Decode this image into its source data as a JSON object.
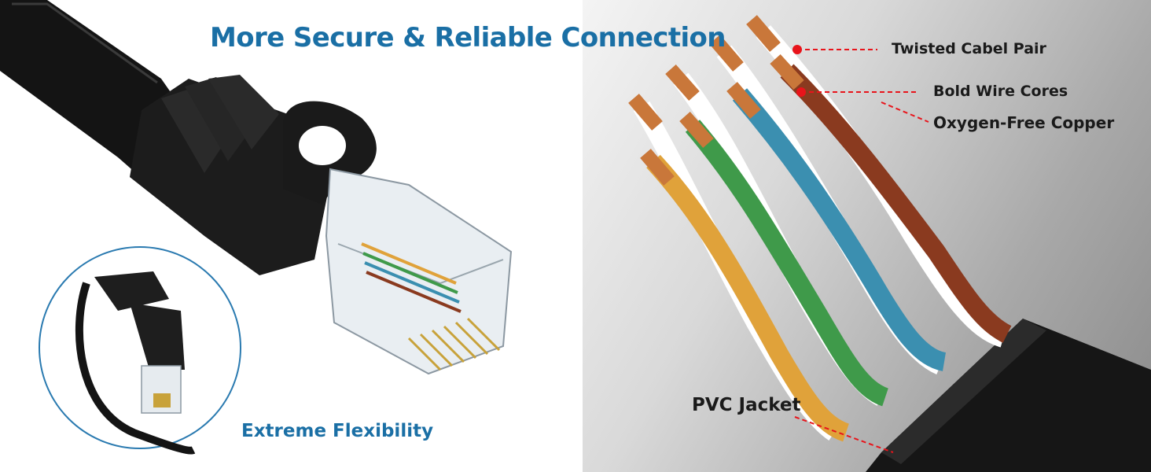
{
  "headline": "More Secure & Reliable Connection",
  "callouts": {
    "twisted_pair": "Twisted Cabel Pair",
    "bold_cores": "Bold Wire Cores",
    "oxygen_free": "Oxygen-Free Copper",
    "pvc_jacket": "PVC Jacket"
  },
  "inset_caption": "Extreme Flexibility",
  "colors": {
    "headline": "#1a6fa5",
    "callout_dot": "#e8141b",
    "cable_body": "#1c1c1c",
    "wire_orange": "#e0a23a",
    "wire_green": "#3f9a4a",
    "wire_blue": "#3b8fb0",
    "wire_brown": "#8a3a1f",
    "copper": "#c9773a"
  }
}
